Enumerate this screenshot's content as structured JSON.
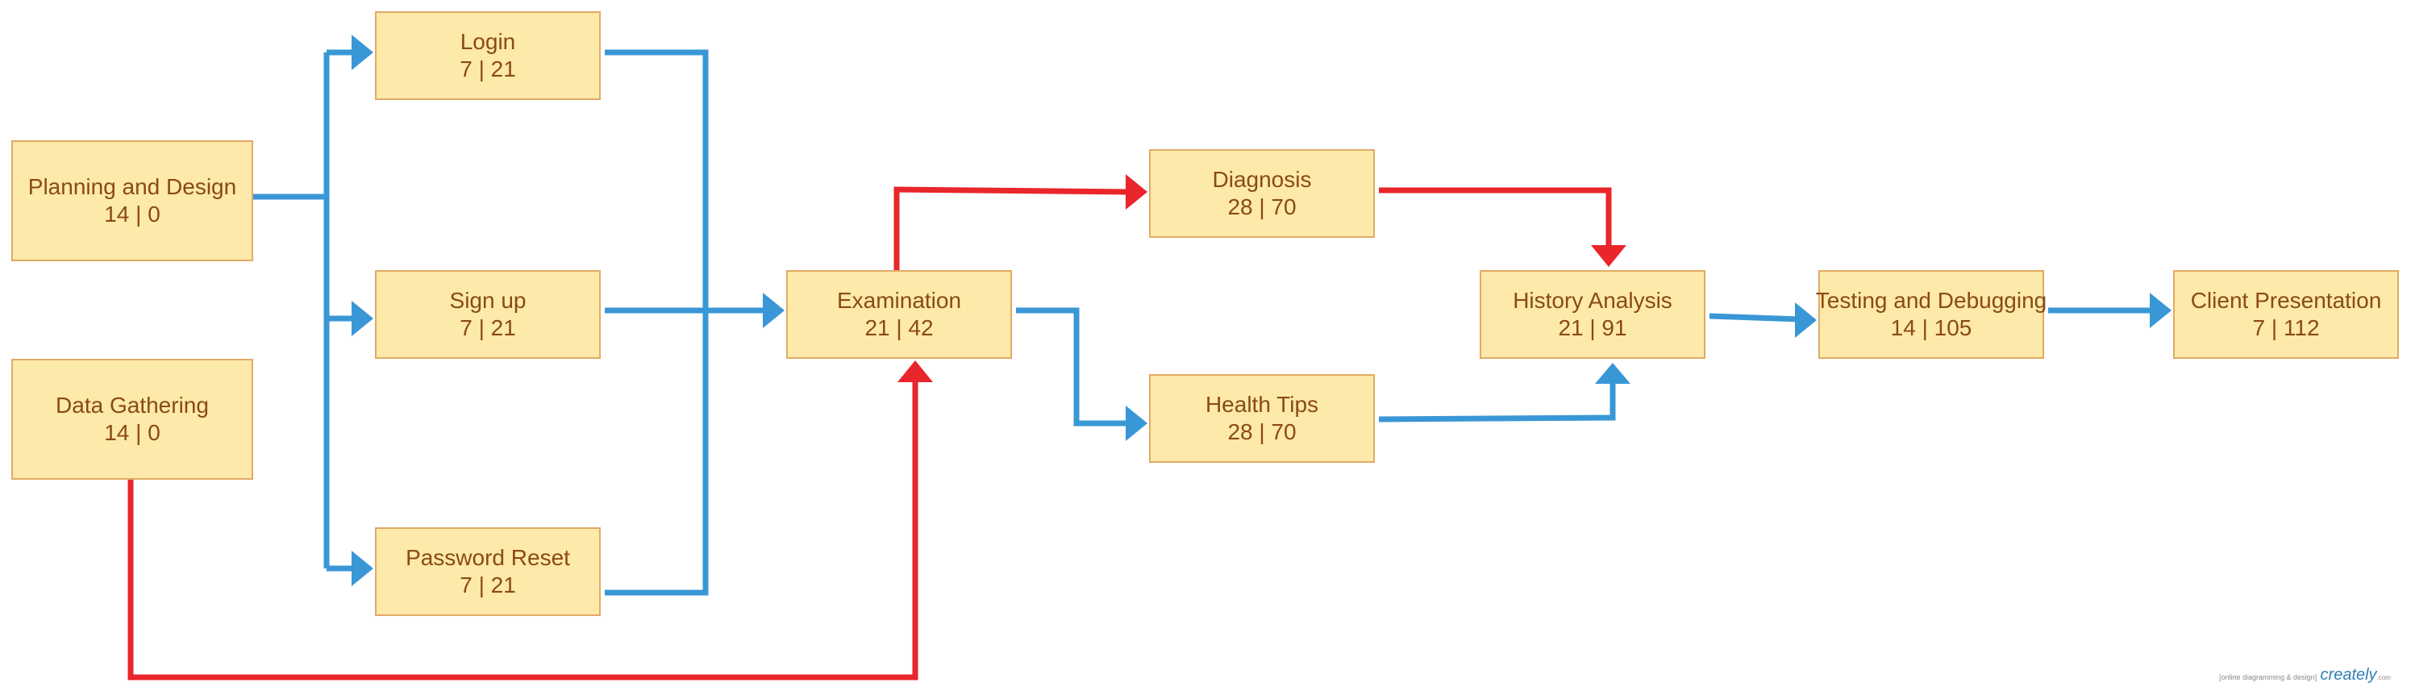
{
  "nodes": {
    "login": {
      "title": "Login",
      "value": "7 | 21"
    },
    "planning": {
      "title": "Planning and Design",
      "value": "14 | 0"
    },
    "signup": {
      "title": "Sign up",
      "value": "7 | 21"
    },
    "data_gathering": {
      "title": "Data Gathering",
      "value": "14 | 0"
    },
    "password_reset": {
      "title": "Password Reset",
      "value": "7 | 21"
    },
    "examination": {
      "title": "Examination",
      "value": "21 | 42"
    },
    "diagnosis": {
      "title": "Diagnosis",
      "value": "28 | 70"
    },
    "health_tips": {
      "title": "Health Tips",
      "value": "28 | 70"
    },
    "history": {
      "title": "History Analysis",
      "value": "21 | 91"
    },
    "testing": {
      "title": "Testing and Debugging",
      "value": "14 | 105"
    },
    "client": {
      "title": "Client Presentation",
      "value": "7 | 112"
    }
  },
  "colors": {
    "normal_edge": "#3a97d6",
    "critical_edge": "#e8262b",
    "node_fill": "#fde9a9",
    "node_border": "#e2aa63",
    "node_text": "#8a4b12"
  },
  "watermark": {
    "tagline": "[online diagramming & design]",
    "brand": "creately",
    "domain": ".com"
  }
}
